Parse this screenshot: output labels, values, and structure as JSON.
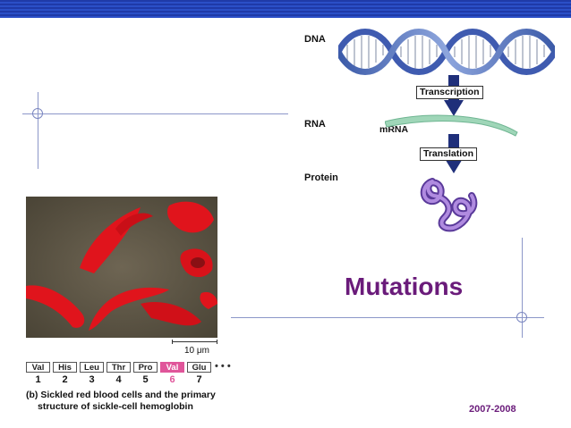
{
  "slide": {
    "title": "Mutations",
    "year": "2007-2008"
  },
  "diagram": {
    "dna_label": "DNA",
    "rna_label": "RNA",
    "protein_label": "Protein",
    "mrna_label": "mRNA",
    "transcription_label": "Transcription",
    "translation_label": "Translation",
    "arrow_color": "#1f2f7a",
    "dna_color": "#6a7fc2",
    "mrna_color": "#9fd6b8",
    "protein_color": "#8a5fc8"
  },
  "figure": {
    "scale_label": "10 μm",
    "amino_acids": [
      "Val",
      "His",
      "Leu",
      "Thr",
      "Pro",
      "Val",
      "Glu"
    ],
    "positions": [
      "1",
      "2",
      "3",
      "4",
      "5",
      "6",
      "7"
    ],
    "highlight_index": 5,
    "ellipsis": "• • •",
    "caption_line1": "(b) Sickled red blood cells and the primary",
    "caption_line2": "structure of sickle-cell hemoglobin",
    "highlight_color": "#e0559a"
  },
  "theme": {
    "topbar_color": "#2b4fc7",
    "title_color": "#6a1b7a",
    "rule_color": "#8c97c9"
  }
}
